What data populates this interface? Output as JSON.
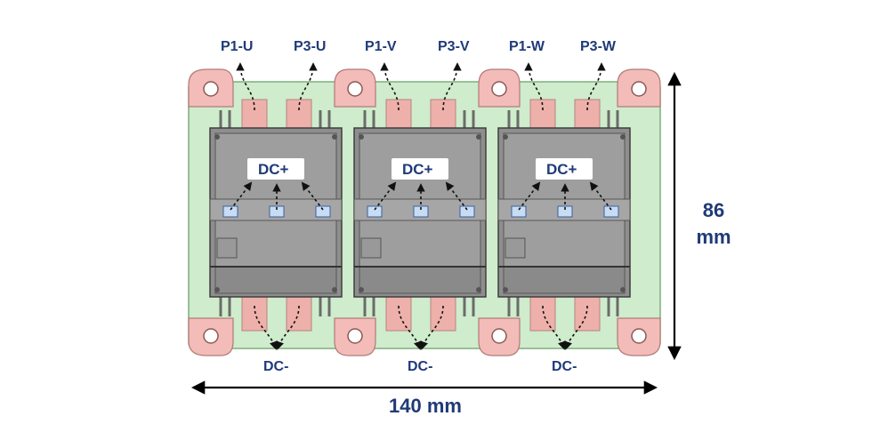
{
  "phase_labels": [
    "P1-U",
    "P3-U",
    "P1-V",
    "P3-V",
    "P1-W",
    "P3-W"
  ],
  "modules": [
    {
      "dc_plus": "DC+",
      "dc_minus": "DC-"
    },
    {
      "dc_plus": "DC+",
      "dc_minus": "DC-"
    },
    {
      "dc_plus": "DC+",
      "dc_minus": "DC-"
    }
  ],
  "dimensions": {
    "width": "140 mm",
    "height_value": "86",
    "height_unit": "mm"
  },
  "colors": {
    "board": "#cfeccd",
    "terminal_pad": "#f3bcb9",
    "busbar": "#eeb0aa",
    "module_body": "#8e8e8e",
    "module_top": "#9e9e9e",
    "sensor_pad": "#c7dcf5",
    "label_text": "#1f3a78"
  }
}
